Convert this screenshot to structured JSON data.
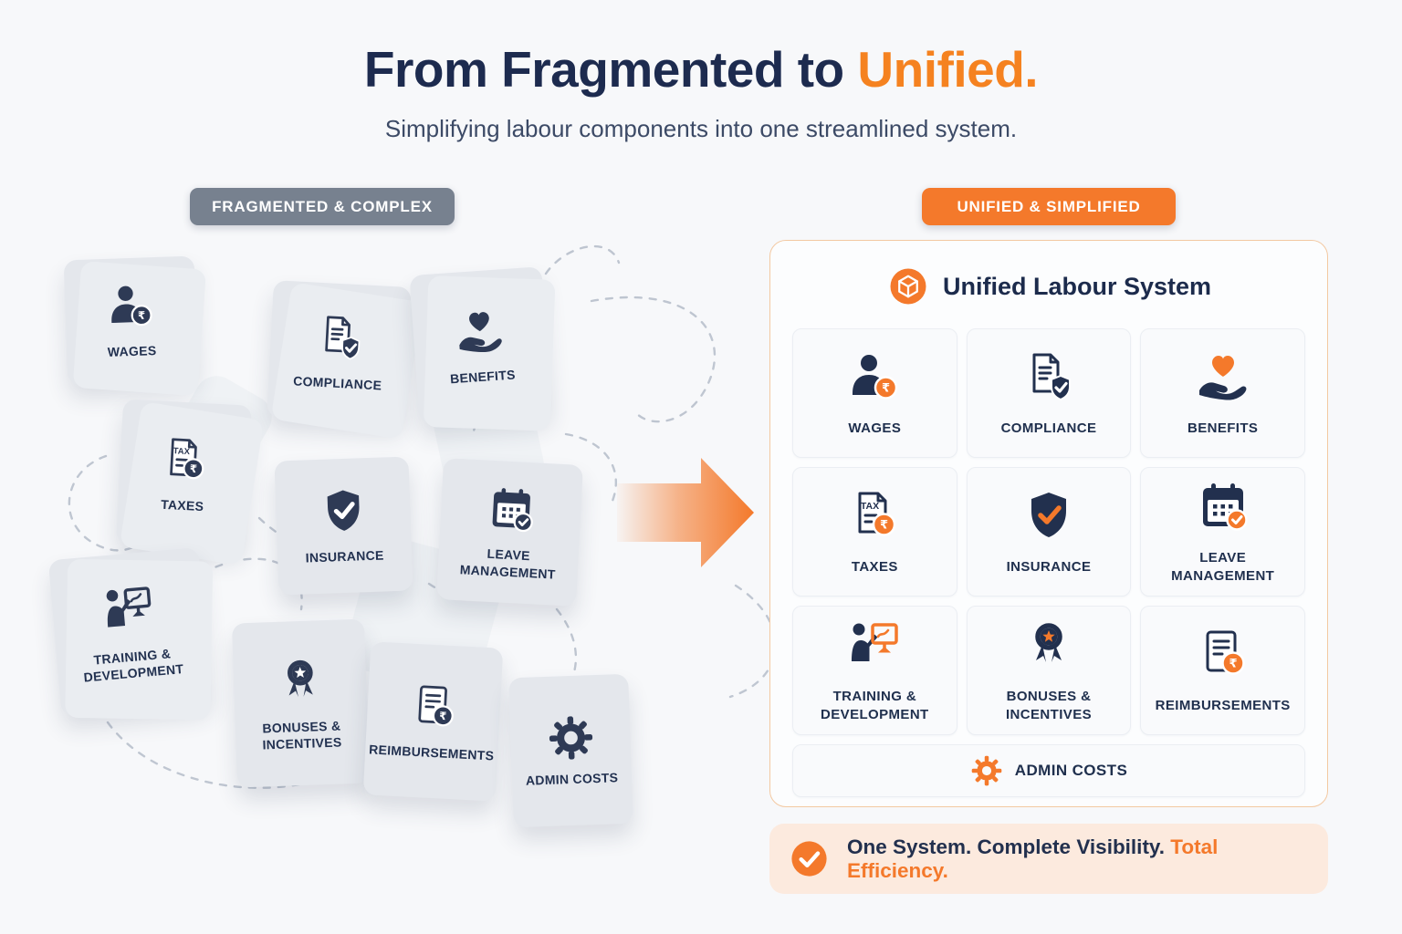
{
  "header": {
    "title_prefix": "From Fragmented to ",
    "title_highlight": "Unified.",
    "subtitle": "Simplifying labour components into one streamlined system."
  },
  "fragmented": {
    "badge": "FRAGMENTED & COMPLEX",
    "cards": [
      {
        "label": "WAGES",
        "icon": "wages-icon"
      },
      {
        "label": "COMPLIANCE",
        "icon": "compliance-icon"
      },
      {
        "label": "BENEFITS",
        "icon": "benefits-icon"
      },
      {
        "label": "TAXES",
        "icon": "taxes-icon"
      },
      {
        "label": "INSURANCE",
        "icon": "insurance-icon"
      },
      {
        "label": "LEAVE MANAGEMENT",
        "icon": "leave-management-icon"
      },
      {
        "label": "TRAINING & DEVELOPMENT",
        "icon": "training-development-icon"
      },
      {
        "label": "BONUSES & INCENTIVES",
        "icon": "bonuses-incentives-icon"
      },
      {
        "label": "REIMBURSEMENTS",
        "icon": "reimbursements-icon"
      },
      {
        "label": "ADMIN COSTS",
        "icon": "admin-costs-icon"
      }
    ]
  },
  "unified": {
    "badge": "UNIFIED & SIMPLIFIED",
    "panel_title": "Unified Labour System",
    "panel_icon": "cube-icon",
    "cards": [
      {
        "label": "WAGES",
        "icon": "wages-icon"
      },
      {
        "label": "COMPLIANCE",
        "icon": "compliance-icon"
      },
      {
        "label": "BENEFITS",
        "icon": "benefits-icon"
      },
      {
        "label": "TAXES",
        "icon": "taxes-icon"
      },
      {
        "label": "INSURANCE",
        "icon": "insurance-icon"
      },
      {
        "label": "LEAVE MANAGEMENT",
        "icon": "leave-management-icon"
      },
      {
        "label": "TRAINING & DEVELOPMENT",
        "icon": "training-development-icon"
      },
      {
        "label": "BONUSES & INCENTIVES",
        "icon": "bonuses-incentives-icon"
      },
      {
        "label": "REIMBURSEMENTS",
        "icon": "reimbursements-icon"
      }
    ],
    "admin_card": {
      "label": "ADMIN COSTS",
      "icon": "admin-costs-icon"
    }
  },
  "summary": {
    "statement_dark": "One System. Complete Visibility.",
    "statement_accent": " Total Efficiency.",
    "icon": "check-icon"
  },
  "icons": {
    "rupee_symbol": "₹",
    "tax_label": "TAX"
  },
  "colors": {
    "accent_orange": "#F4792B",
    "title_accent": "#F58220",
    "navy": "#1D2B4F",
    "badge_gray": "#77818F",
    "fragmented_card_bg": "#E4E7EC",
    "panel_border": "#F3C9A2",
    "summary_bg": "#FCEADE",
    "background": "#F7F8FA"
  }
}
